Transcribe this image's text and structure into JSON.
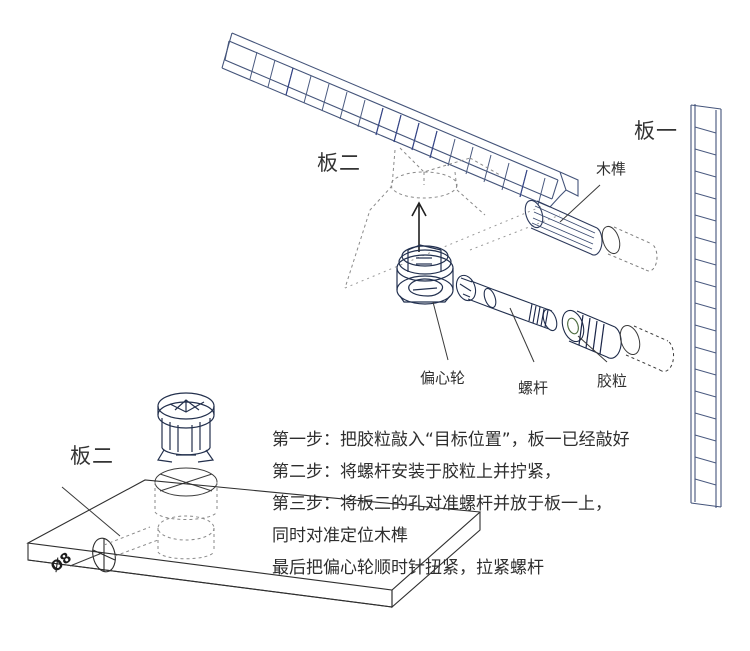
{
  "page": {
    "kind": "technical-assembly-diagram",
    "subject": "furniture cam lock fitting assembly",
    "background": "#ffffff",
    "ink": "#2b3a63",
    "ink_dark": "#1a2548",
    "ink_gray": "#555555",
    "text_color": "#2e2e2e"
  },
  "labels": {
    "board_two_top": "板二",
    "board_two_bottom": "板二",
    "board_one": "板一",
    "dowel": "木榫",
    "cam": "偏心轮",
    "screw_rod": "螺杆",
    "plastic_insert": "胶粒",
    "diameter": "Ø8"
  },
  "instructions": [
    "第一步：把胶粒敲入“目标位置”，板一已经敲好",
    "第二步：将螺杆安装于胶粒上并拧紧，",
    "第三步：将板二的孔对准螺杆并放于板一上，",
    "同时对准定位木榫",
    "最后把偏心轮顺时针扭紧，拉紧螺杆"
  ],
  "parts": [
    {
      "name": "偏心轮",
      "role": "cam lock"
    },
    {
      "name": "螺杆",
      "role": "screw rod"
    },
    {
      "name": "胶粒",
      "role": "plastic dowel nut"
    },
    {
      "name": "木榫",
      "role": "wooden dowel"
    },
    {
      "name": "板一",
      "role": "board one vertical"
    },
    {
      "name": "板二",
      "role": "board two horizontal"
    }
  ]
}
